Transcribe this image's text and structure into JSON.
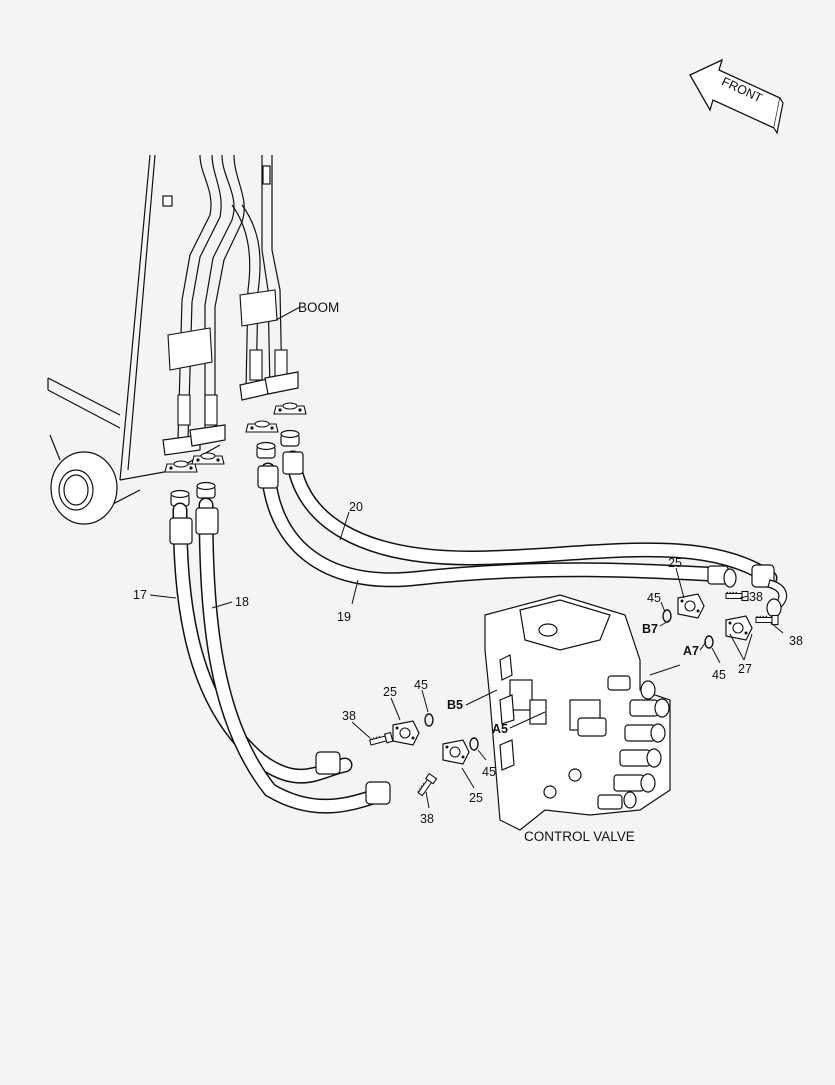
{
  "labels": {
    "front": "FRONT",
    "boom": "BOOM",
    "control_valve": "CONTROL VALVE",
    "hose_17": "17",
    "hose_18": "18",
    "hose_19": "19",
    "hose_20": "20",
    "port_b7": "B7",
    "port_a7": "A7",
    "port_b5": "B5",
    "port_a5": "A5",
    "flange_25_top": "25",
    "oring_45_top": "45",
    "bolt_38_top1": "38",
    "bolt_38_top2": "38",
    "oring_45_right": "45",
    "flange_27": "27",
    "flange_25_left": "25",
    "oring_45_left": "45",
    "bolt_38_left": "38",
    "oring_45_lower": "45",
    "flange_25_lower": "25",
    "bolt_38_lower": "38"
  },
  "icons": {
    "front_arrow": "front-arrow-icon"
  }
}
